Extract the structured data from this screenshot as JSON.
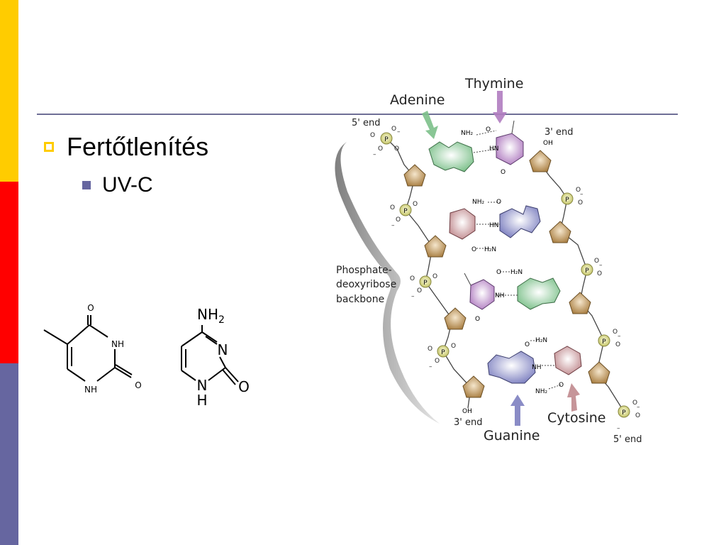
{
  "slide": {
    "bullet1": "Fertőtlenítés",
    "bullet2": "UV-C"
  },
  "colors": {
    "bar_yellow": "#FFCC00",
    "bar_red": "#FF0000",
    "bar_blue": "#6666A0",
    "adenine": "#7CC08A",
    "thymine": "#B07CC0",
    "guanine": "#7D80C0",
    "cytosine": "#C08A8E",
    "sugar": "#B08A50",
    "phosphate": "#C8C870"
  },
  "thymine_structure": {
    "o_top": "O",
    "nh": "NH",
    "o_right": "O",
    "nh_bottom": "NH"
  },
  "cytosine_structure": {
    "nh2": "NH",
    "nh2_sub": "2",
    "n": "N",
    "o": "O",
    "n_bottom": "N",
    "h": "H"
  },
  "dna": {
    "labels": {
      "thymine": "Thymine",
      "adenine": "Adenine",
      "cytosine": "Cytosine",
      "guanine": "Guanine",
      "backbone_1": "Phosphate-",
      "backbone_2": "deoxyribose",
      "backbone_3": "backbone",
      "end_5_top": "5' end",
      "end_3_top": "3' end",
      "end_3_bottom": "3' end",
      "end_5_bottom": "5' end"
    },
    "atoms": {
      "p": "P",
      "o": "O",
      "n": "N",
      "oh": "OH",
      "minus": "–",
      "nh2": "NH₂",
      "h2n": "H₂N",
      "hn": "HN",
      "nh": "NH"
    }
  }
}
